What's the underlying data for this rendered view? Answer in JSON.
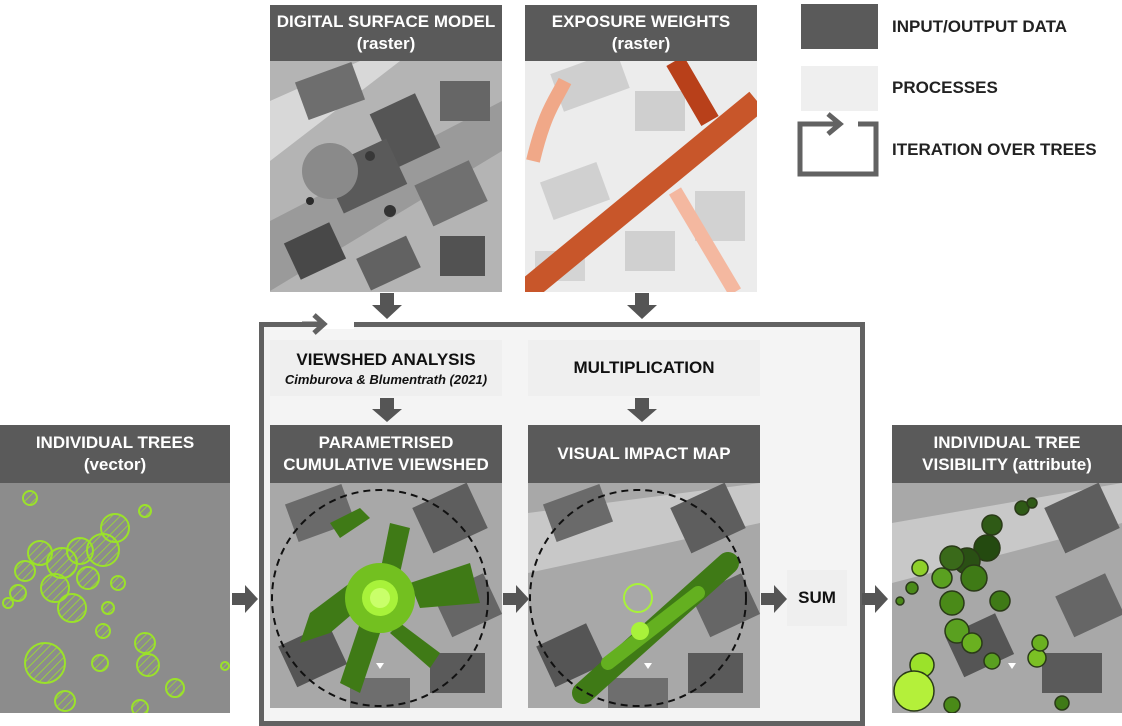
{
  "inputs": {
    "dsm": {
      "title": "DIGITAL SURFACE MODEL",
      "subtitle": "(raster)"
    },
    "exposure": {
      "title": "EXPOSURE WEIGHTS",
      "subtitle": "(raster)"
    },
    "trees": {
      "title": "INDIVIDUAL TREES",
      "subtitle": "(vector)"
    }
  },
  "processes": {
    "viewshed": {
      "title": "VIEWSHED ANALYSIS",
      "reference": "Cimburova & Blumentrath (2021)"
    },
    "multiplication": {
      "title": "MULTIPLICATION"
    },
    "sum": {
      "title": "SUM"
    }
  },
  "outputs": {
    "cumulative_viewshed": {
      "line1": "PARAMETRISED",
      "line2": "CUMULATIVE VIEWSHED"
    },
    "visual_impact": {
      "title": "VISUAL IMPACT MAP"
    },
    "tree_visibility": {
      "line1": "INDIVIDUAL TREE",
      "line2": "VISIBILITY (attribute)"
    }
  },
  "legend": {
    "data_label": "INPUT/OUTPUT DATA",
    "process_label": "PROCESSES",
    "iteration_label": "ITERATION OVER TREES"
  },
  "colors": {
    "data_box": "#5a5a5a",
    "process_box": "#efefef",
    "arrow": "#555555",
    "road": "#c8562a",
    "tree": "#9be22a"
  }
}
